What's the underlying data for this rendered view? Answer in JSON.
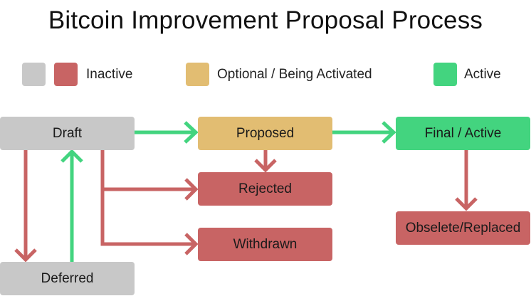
{
  "title": "Bitcoin Improvement Proposal Process",
  "colors": {
    "inactive_gray": "#c8c8c8",
    "inactive_red": "#c86464",
    "optional": "#e2bd72",
    "active": "#43d47f",
    "edge_red": "#c86464",
    "edge_green": "#43d47f"
  },
  "legend": {
    "inactive_label": "Inactive",
    "optional_label": "Optional / Being Activated",
    "active_label": "Active"
  },
  "nodes": {
    "draft": "Draft",
    "proposed": "Proposed",
    "final": "Final / Active",
    "rejected": "Rejected",
    "withdrawn": "Withdrawn",
    "deferred": "Deferred",
    "obsolete": "Obselete/Replaced"
  },
  "edges": [
    {
      "from": "Draft",
      "to": "Proposed",
      "color": "green"
    },
    {
      "from": "Proposed",
      "to": "Final / Active",
      "color": "green"
    },
    {
      "from": "Proposed",
      "to": "Rejected",
      "color": "red"
    },
    {
      "from": "Draft",
      "to": "Rejected",
      "color": "red"
    },
    {
      "from": "Draft",
      "to": "Withdrawn",
      "color": "red"
    },
    {
      "from": "Draft",
      "to": "Deferred",
      "color": "red"
    },
    {
      "from": "Deferred",
      "to": "Draft",
      "color": "green"
    },
    {
      "from": "Final / Active",
      "to": "Obselete/Replaced",
      "color": "red"
    }
  ]
}
